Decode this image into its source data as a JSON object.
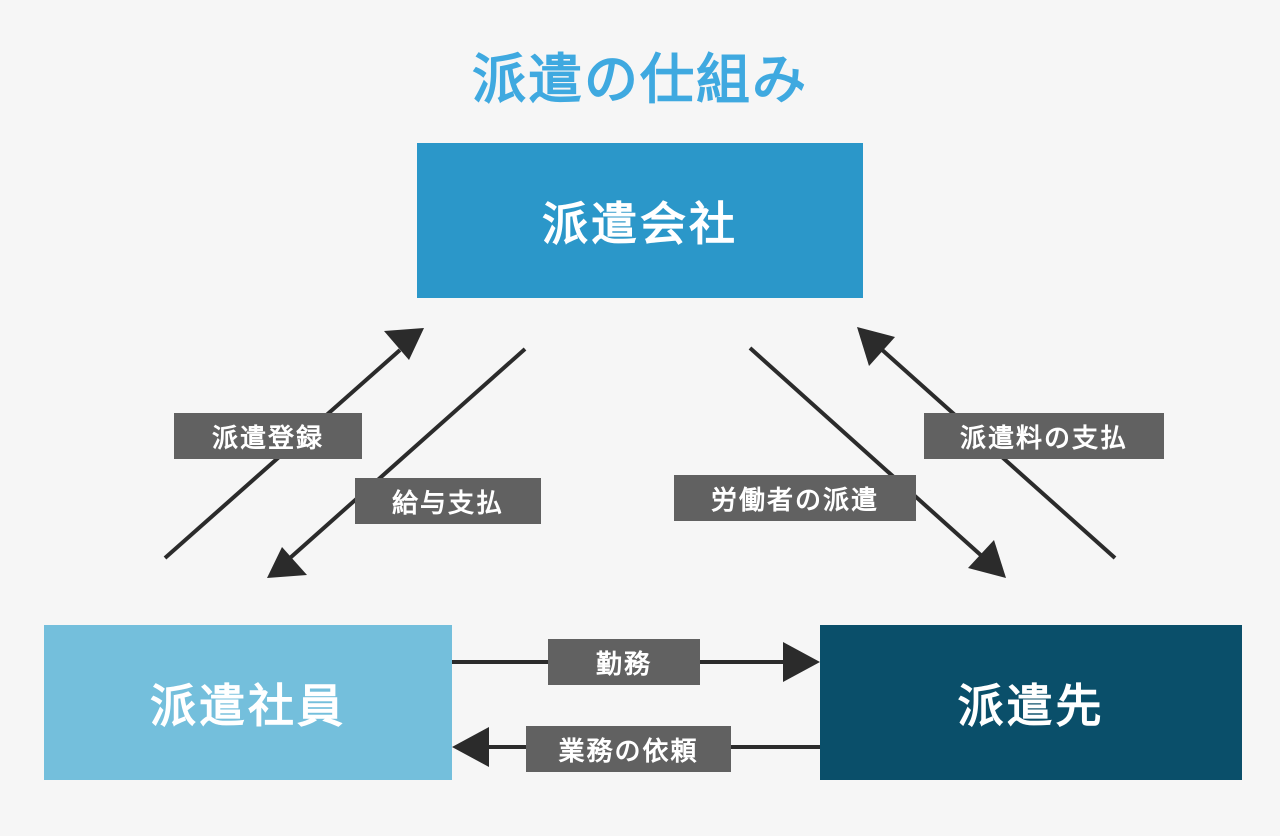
{
  "title": "派遣の仕組み",
  "nodes": {
    "company": "派遣会社",
    "staff": "派遣社員",
    "client": "派遣先"
  },
  "edges": {
    "registration": "派遣登録",
    "salary": "給与支払",
    "worker_dispatch": "労働者の派遣",
    "fee_payment": "派遣料の支払",
    "work": "勤務",
    "work_request": "業務の依頼"
  },
  "colors": {
    "background": "#f6f6f6",
    "title": "#3fa9e0",
    "company": "#2b97c9",
    "staff": "#74bfdc",
    "client": "#0a4f6a",
    "label_bg": "#616161",
    "arrow": "#2b2b2b"
  }
}
